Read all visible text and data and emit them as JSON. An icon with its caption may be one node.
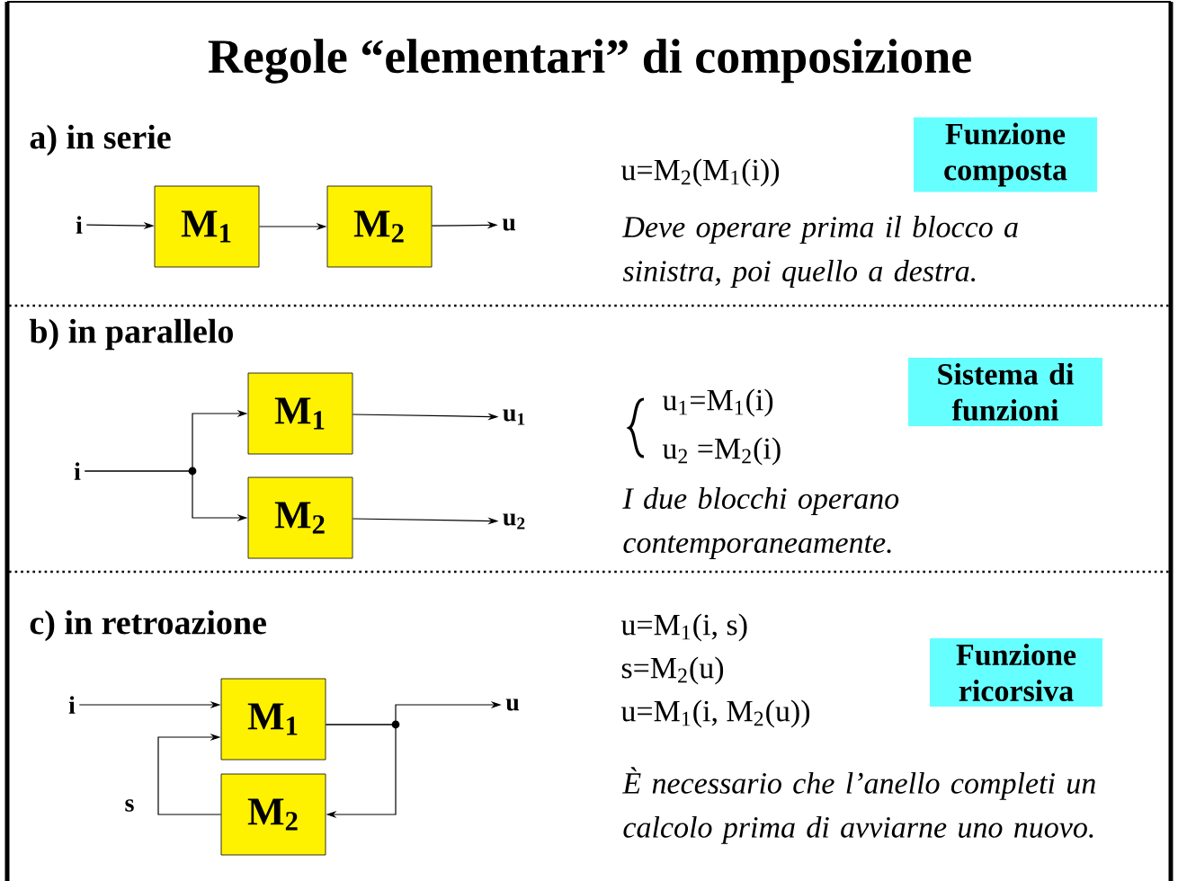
{
  "diagram": {
    "title": "Regole “elementari” di composizione",
    "nodes": [
      {
        "text": [
          "i"
        ]
      },
      {
        "text": [
          "M$_{1}$"
        ]
      },
      {
        "text": [
          "M$_{2}$"
        ]
      },
      {
        "text": [
          "u"
        ]
      },
      {
        "text": [
          "Funzione composta"
        ]
      },
      {
        "text": [
          "i"
        ]
      },
      {
        "text": [
          "M$_{1}$"
        ]
      },
      {
        "text": [
          "M$_{2}$"
        ]
      },
      {
        "text": [
          "u$_{1}$"
        ]
      },
      {
        "text": [
          "u$_{2}$"
        ]
      },
      {
        "text": [
          "Sistema di funzioni"
        ]
      },
      {
        "text": [
          "i"
        ]
      },
      {
        "text": [
          "M$_{1}$"
        ]
      },
      {
        "text": [
          "M$_{2}$"
        ]
      },
      {
        "text": [
          "u"
        ]
      },
      {
        "text": [
          "Funzione ricorsiva"
        ]
      }
    ],
    "edges": [
      {
        "from": 0,
        "to": 1,
        "arrow": "to"
      },
      {
        "from": 1,
        "to": 2,
        "arrow": "to"
      },
      {
        "from": 2,
        "to": 3,
        "arrow": "to"
      },
      {
        "from": 5,
        "to": 6,
        "arrow": "to"
      },
      {
        "from": 5,
        "to": 7,
        "arrow": "to"
      },
      {
        "from": 6,
        "to": 8,
        "arrow": "to"
      },
      {
        "from": 7,
        "to": 9,
        "arrow": "to"
      },
      {
        "from": 11,
        "to": 12,
        "arrow": "to"
      },
      {
        "from": 12,
        "to": 14,
        "arrow": "to"
      },
      {
        "from": 12,
        "to": 13,
        "arrow": "to"
      },
      {
        "from": 13,
        "to": 12,
        "arrow": "to",
        "label": "s"
      }
    ],
    "labels": [
      "a) in serie",
      "u=M$_{2}$(M$_{1}$(i))",
      "Deve operare prima il blocco a sinistra, poi quello a destra.",
      "b) in parallelo",
      "u$_{1}$=M$_{1}$(i)",
      "u$_{2}$ =M$_{2}$(i)",
      "I due blocchi operano contemporaneamente.",
      "c) in retroazione",
      "u=M$_{1}$(i, s)",
      "s=M$_{2}$(u)",
      "u=M$_{1}$(i, M$_{2}$(u))",
      "È necessario che l’anello completi un calcolo prima di avviarne uno nuovo."
    ]
  }
}
